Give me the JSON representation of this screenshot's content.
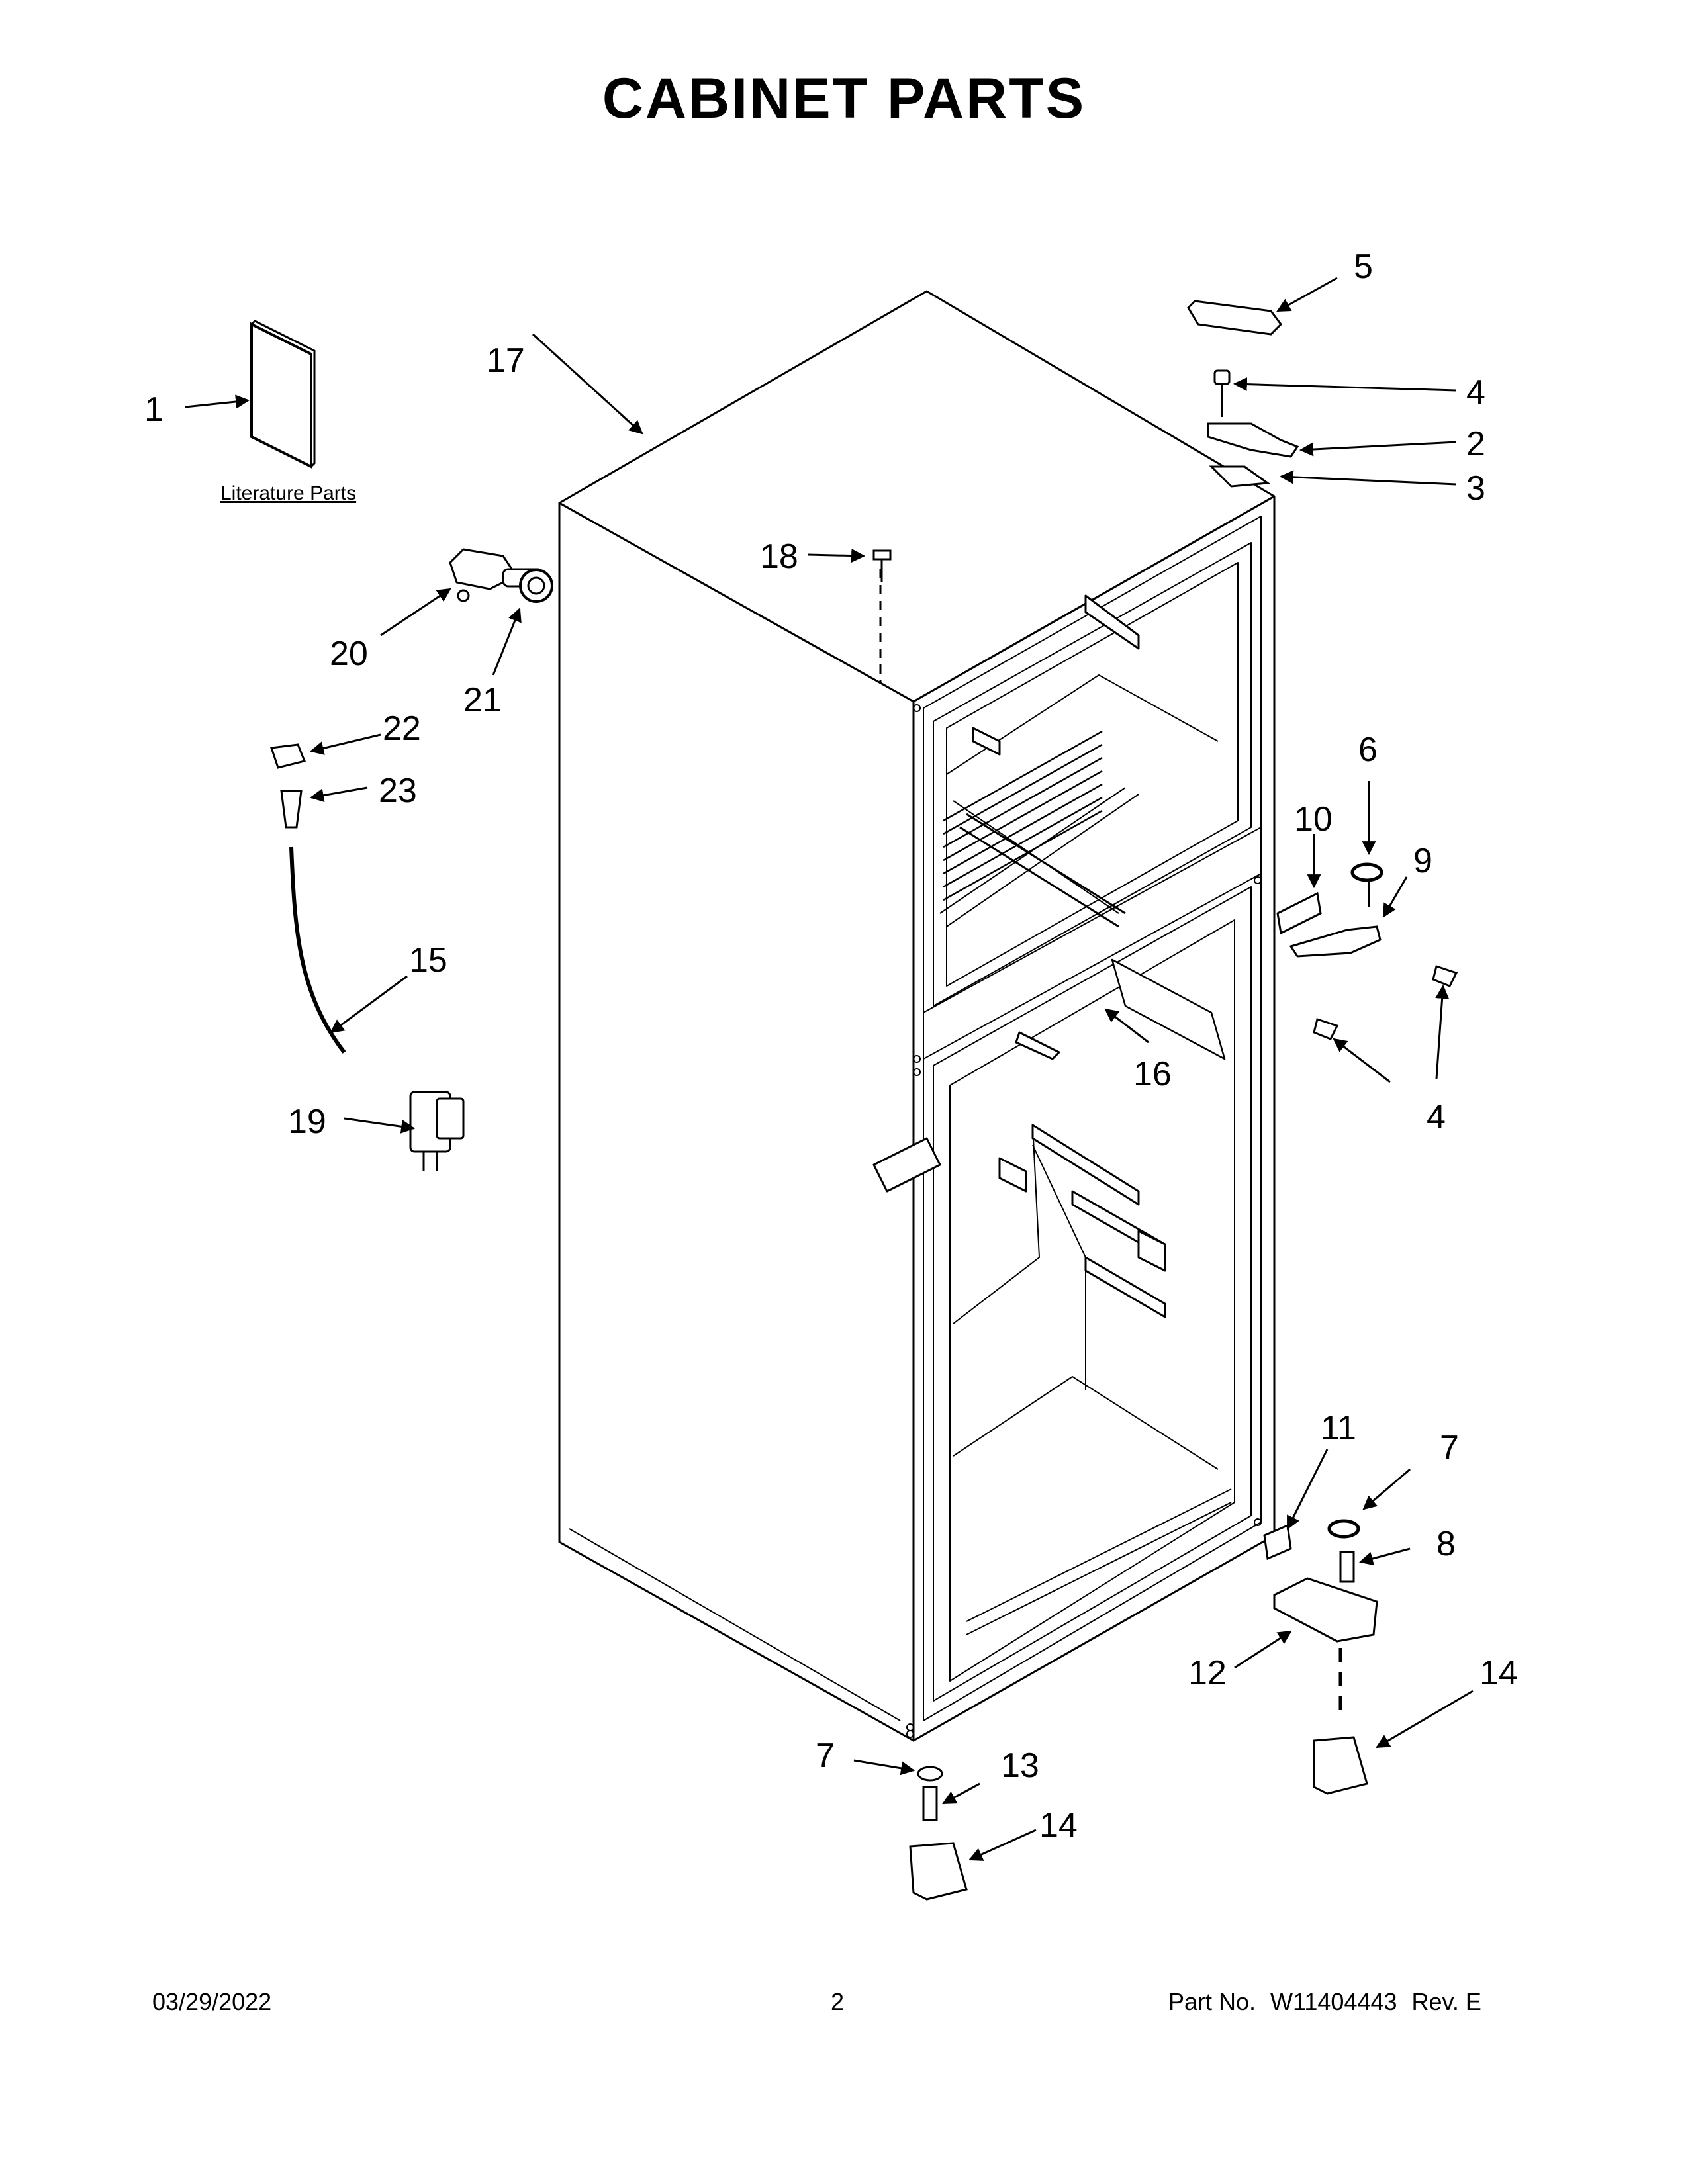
{
  "header": {
    "title": "CABINET PARTS"
  },
  "diagram": {
    "literature_label": "Literature Parts",
    "callouts": {
      "c1": "1",
      "c2": "2",
      "c3": "3",
      "c4a": "4",
      "c4b": "4",
      "c5": "5",
      "c6": "6",
      "c7a": "7",
      "c7b": "7",
      "c8": "8",
      "c9": "9",
      "c10": "10",
      "c11": "11",
      "c12": "12",
      "c13": "13",
      "c14a": "14",
      "c14b": "14",
      "c15": "15",
      "c16": "16",
      "c17": "17",
      "c18": "18",
      "c19": "19",
      "c20": "20",
      "c21": "21",
      "c22": "22",
      "c23": "23"
    }
  },
  "footer": {
    "date": "03/29/2022",
    "page": "2",
    "part_label": "Part No.",
    "part_number": "W11404443",
    "revision": "Rev. E"
  }
}
